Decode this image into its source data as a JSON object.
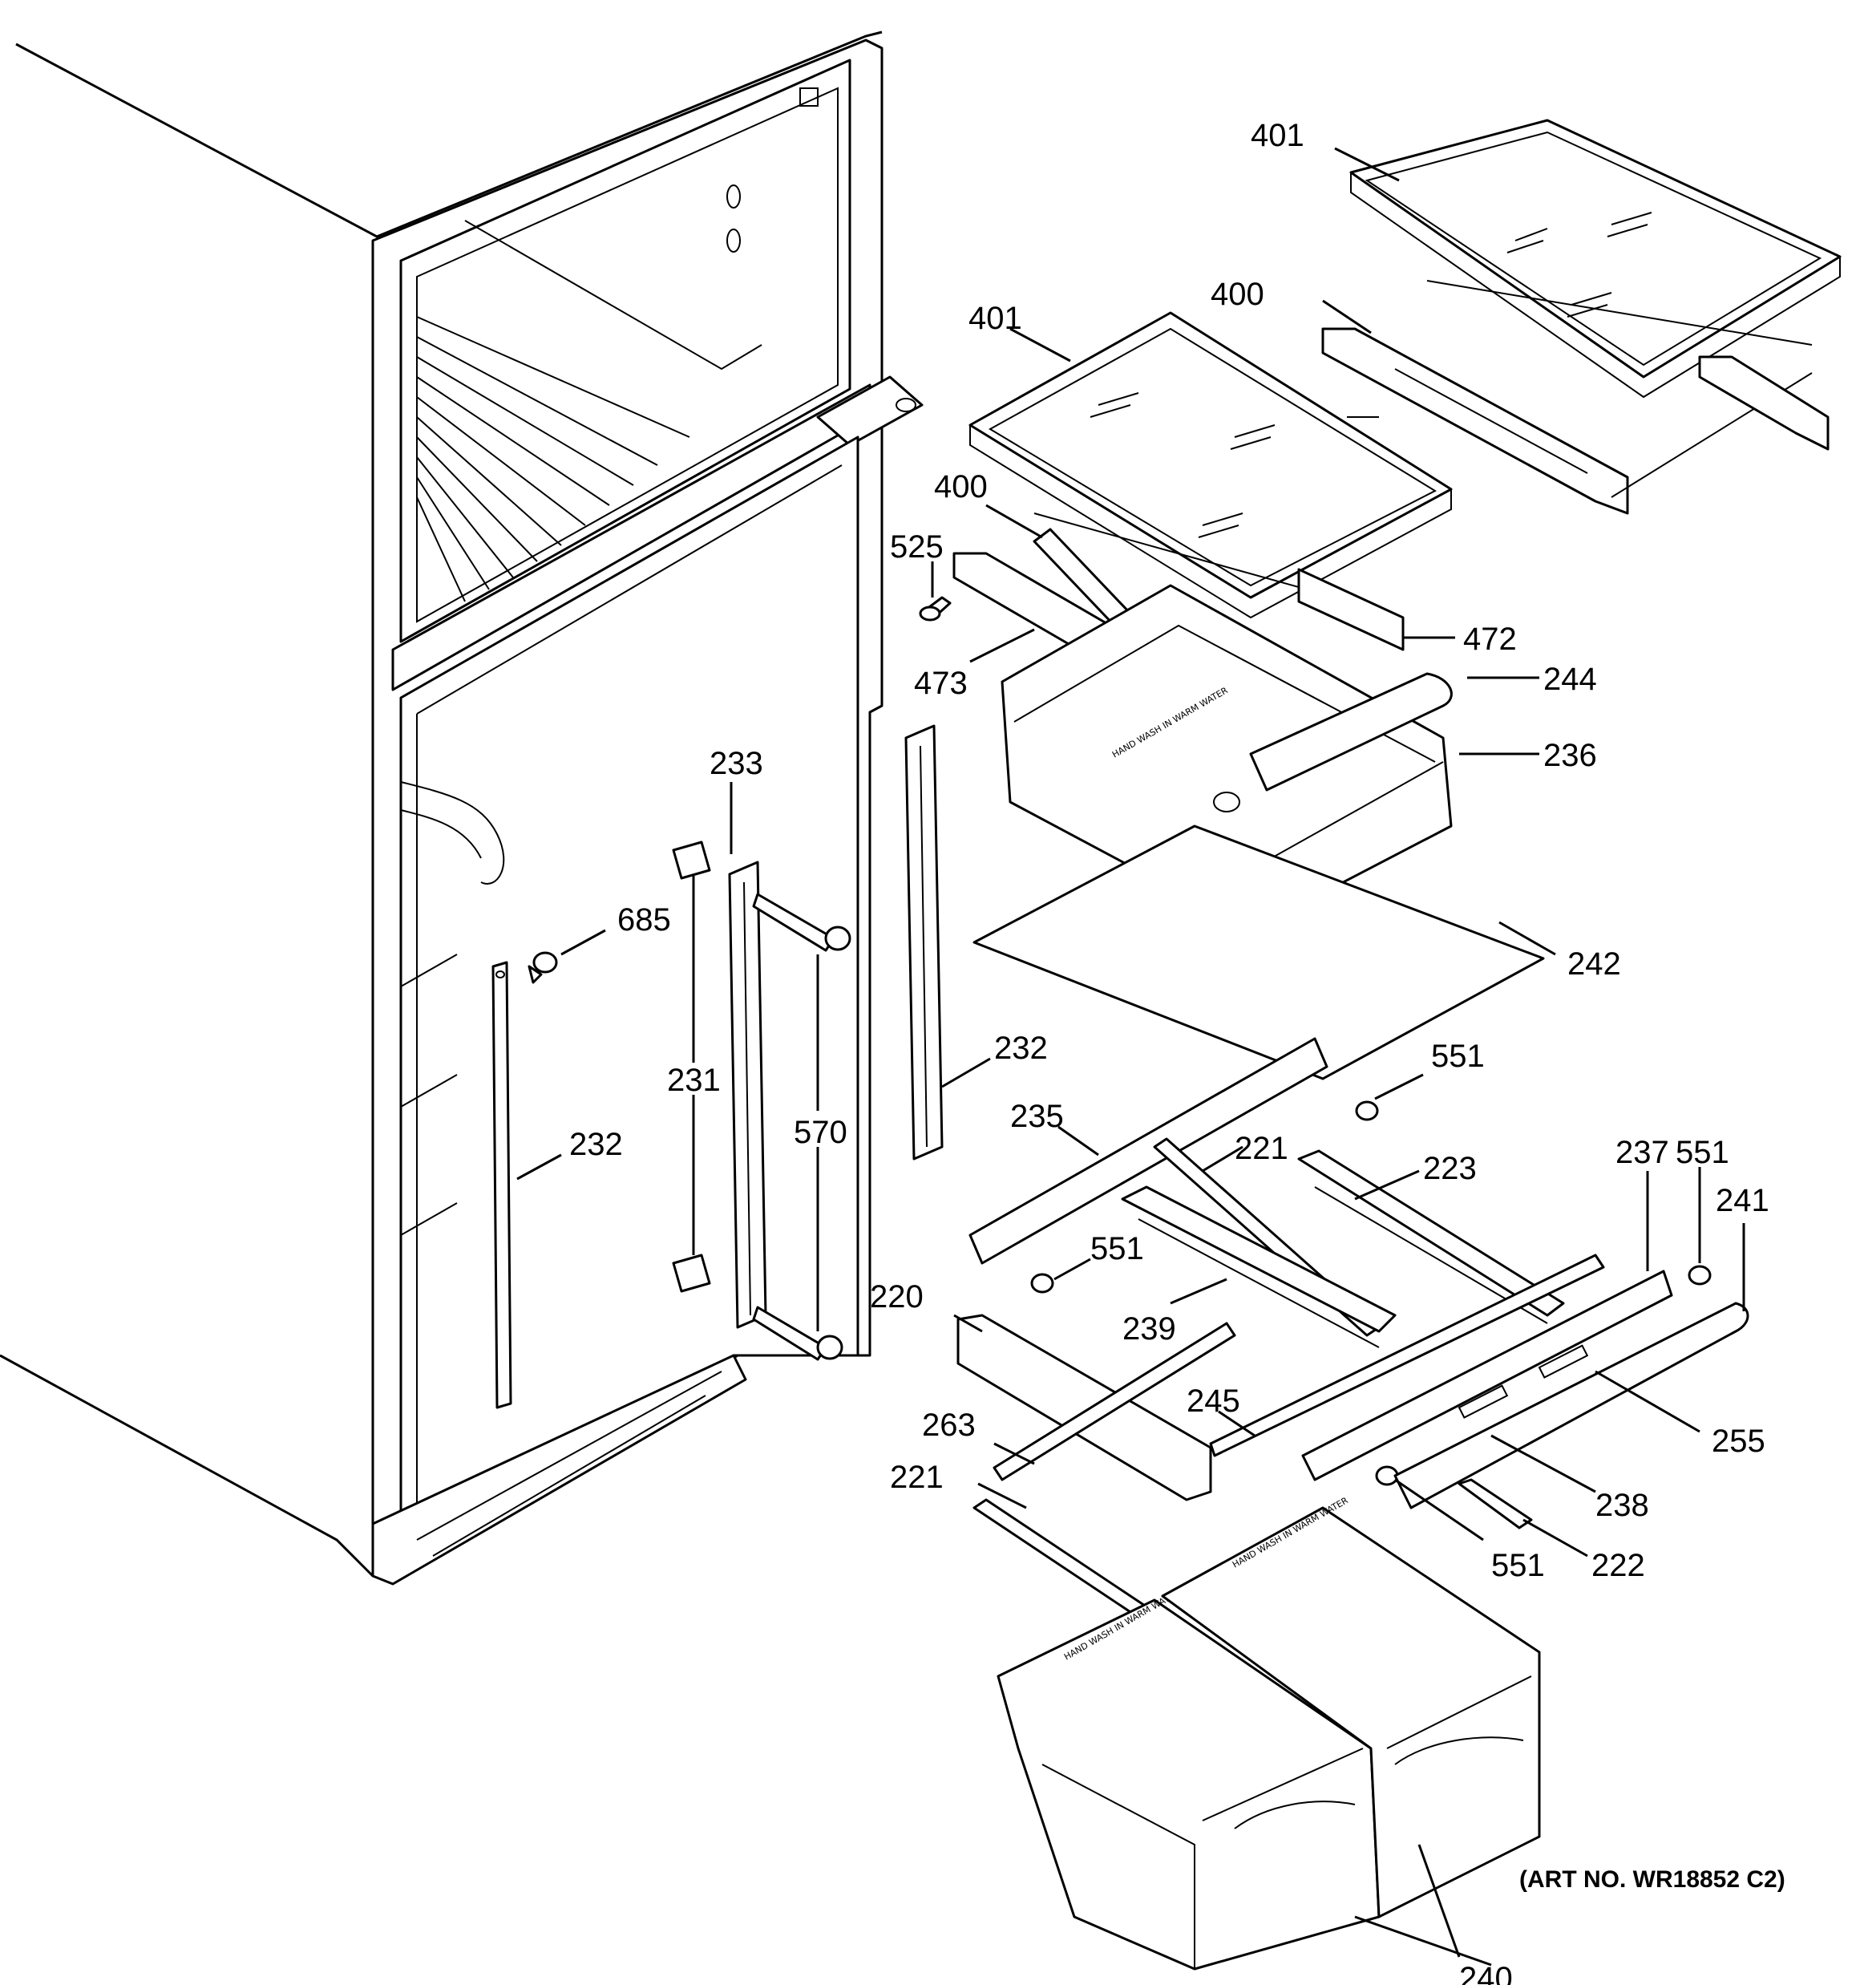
{
  "art_number": "(ART NO. WR18852 C2)",
  "label_texts": {
    "crisper": "HAND WASH IN WARM WATER"
  },
  "callouts": [
    {
      "id": "c401a",
      "text": "401"
    },
    {
      "id": "c400a",
      "text": "400"
    },
    {
      "id": "c401b",
      "text": "401"
    },
    {
      "id": "c400b",
      "text": "400"
    },
    {
      "id": "c525",
      "text": "525"
    },
    {
      "id": "c472",
      "text": "472"
    },
    {
      "id": "c473",
      "text": "473"
    },
    {
      "id": "c244",
      "text": "244"
    },
    {
      "id": "c236",
      "text": "236"
    },
    {
      "id": "c233",
      "text": "233"
    },
    {
      "id": "c685",
      "text": "685"
    },
    {
      "id": "c242",
      "text": "242"
    },
    {
      "id": "c231",
      "text": "231"
    },
    {
      "id": "c570",
      "text": "570"
    },
    {
      "id": "c232a",
      "text": "232"
    },
    {
      "id": "c232b",
      "text": "232"
    },
    {
      "id": "c551a",
      "text": "551"
    },
    {
      "id": "c235",
      "text": "235"
    },
    {
      "id": "c221a",
      "text": "221"
    },
    {
      "id": "c223",
      "text": "223"
    },
    {
      "id": "c237",
      "text": "237"
    },
    {
      "id": "c551b",
      "text": "551"
    },
    {
      "id": "c241",
      "text": "241"
    },
    {
      "id": "c551c",
      "text": "551"
    },
    {
      "id": "c220",
      "text": "220"
    },
    {
      "id": "c239",
      "text": "239"
    },
    {
      "id": "c245",
      "text": "245"
    },
    {
      "id": "c263",
      "text": "263"
    },
    {
      "id": "c255",
      "text": "255"
    },
    {
      "id": "c238",
      "text": "238"
    },
    {
      "id": "c221b",
      "text": "221"
    },
    {
      "id": "c551d",
      "text": "551"
    },
    {
      "id": "c222",
      "text": "222"
    },
    {
      "id": "c240",
      "text": "240"
    }
  ]
}
